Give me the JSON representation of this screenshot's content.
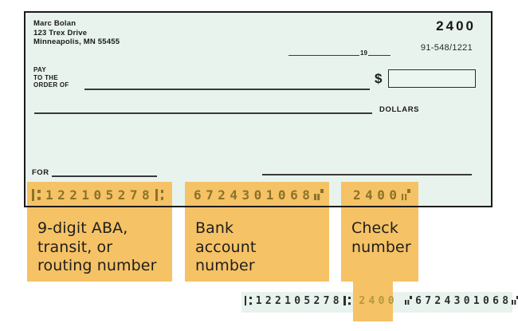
{
  "colors": {
    "check_background": "#e8f3ee",
    "highlight_orange": "#f5c266",
    "check_border": "#1b1b1b",
    "micr_ink_on_check": "#8a7328",
    "micr_ink_bottom": "#2e2e2e",
    "micr_ink_bottom_check_number": "#b5983e"
  },
  "check": {
    "payer": {
      "name": "Marc Bolan",
      "address1": "123 Trex Drive",
      "address2": "Minneapolis, MN 55455"
    },
    "check_number": "2400",
    "fractional_routing": "91-548/1221",
    "date_year_prefix": "19",
    "pay_to_lines": [
      "PAY",
      "TO THE",
      "ORDER OF"
    ],
    "currency_symbol": "$",
    "dollars_label": "DOLLARS",
    "for_label": "FOR"
  },
  "micr": {
    "routing": "122105278",
    "account": "6724301068",
    "check_number": "2400"
  },
  "annotations": {
    "labels": [
      {
        "id": "routing",
        "lines": [
          "9-digit ABA,",
          "transit, or",
          "routing number"
        ]
      },
      {
        "id": "account",
        "lines": [
          "Bank",
          "account",
          "number"
        ]
      },
      {
        "id": "check_number",
        "lines": [
          "Check",
          "number"
        ]
      }
    ]
  }
}
